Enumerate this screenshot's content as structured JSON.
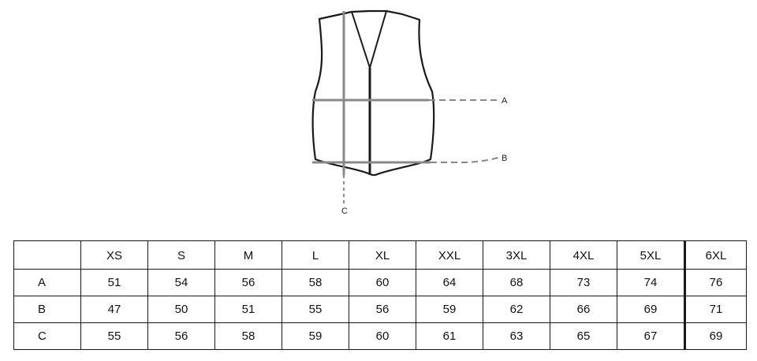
{
  "diagram": {
    "labels": {
      "a": "A",
      "b": "B",
      "c": "C"
    }
  },
  "table": {
    "corner": "",
    "sizes": [
      "XS",
      "S",
      "M",
      "L",
      "XL",
      "XXL",
      "3XL",
      "4XL",
      "5XL",
      "6XL"
    ],
    "rows": [
      {
        "label": "A",
        "values": [
          "51",
          "54",
          "56",
          "58",
          "60",
          "64",
          "68",
          "73",
          "74",
          "76"
        ]
      },
      {
        "label": "B",
        "values": [
          "47",
          "50",
          "51",
          "55",
          "56",
          "59",
          "62",
          "66",
          "69",
          "71"
        ]
      },
      {
        "label": "C",
        "values": [
          "55",
          "56",
          "58",
          "59",
          "60",
          "61",
          "63",
          "65",
          "67",
          "69"
        ]
      }
    ]
  },
  "colors": {
    "outline": "#1a1a1a",
    "measure_line": "#888888"
  }
}
